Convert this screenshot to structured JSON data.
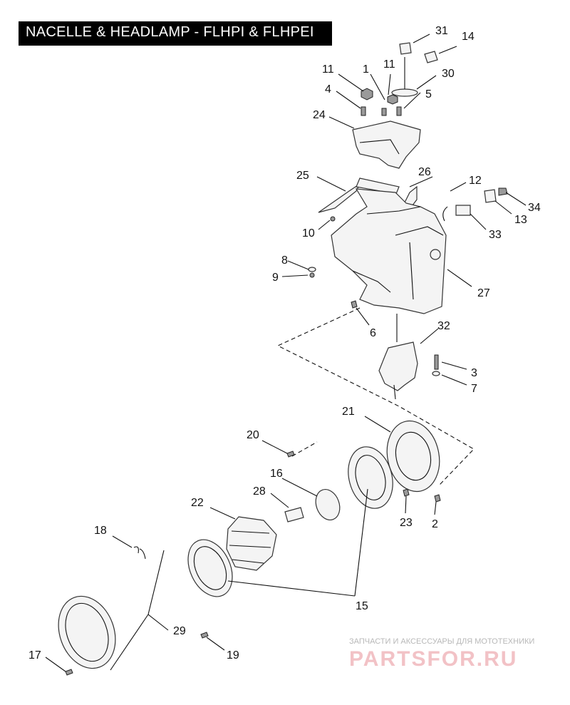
{
  "title": "NACELLE & HEADLAMP - FLHPI & FLHPEI",
  "watermark": {
    "subtitle": "ЗАПЧАСТИ И АКСЕССУАРЫ ДЛЯ МОТОТЕХНИКИ",
    "logo": "PARTSFOR.RU"
  },
  "callouts": [
    "31",
    "14",
    "11",
    "1",
    "11",
    "30",
    "4",
    "5",
    "24",
    "25",
    "26",
    "12",
    "34",
    "13",
    "10",
    "33",
    "8",
    "9",
    "27",
    "6",
    "32",
    "3",
    "7",
    "21",
    "20",
    "16",
    "28",
    "22",
    "23",
    "2",
    "18",
    "15",
    "29",
    "19",
    "17"
  ]
}
